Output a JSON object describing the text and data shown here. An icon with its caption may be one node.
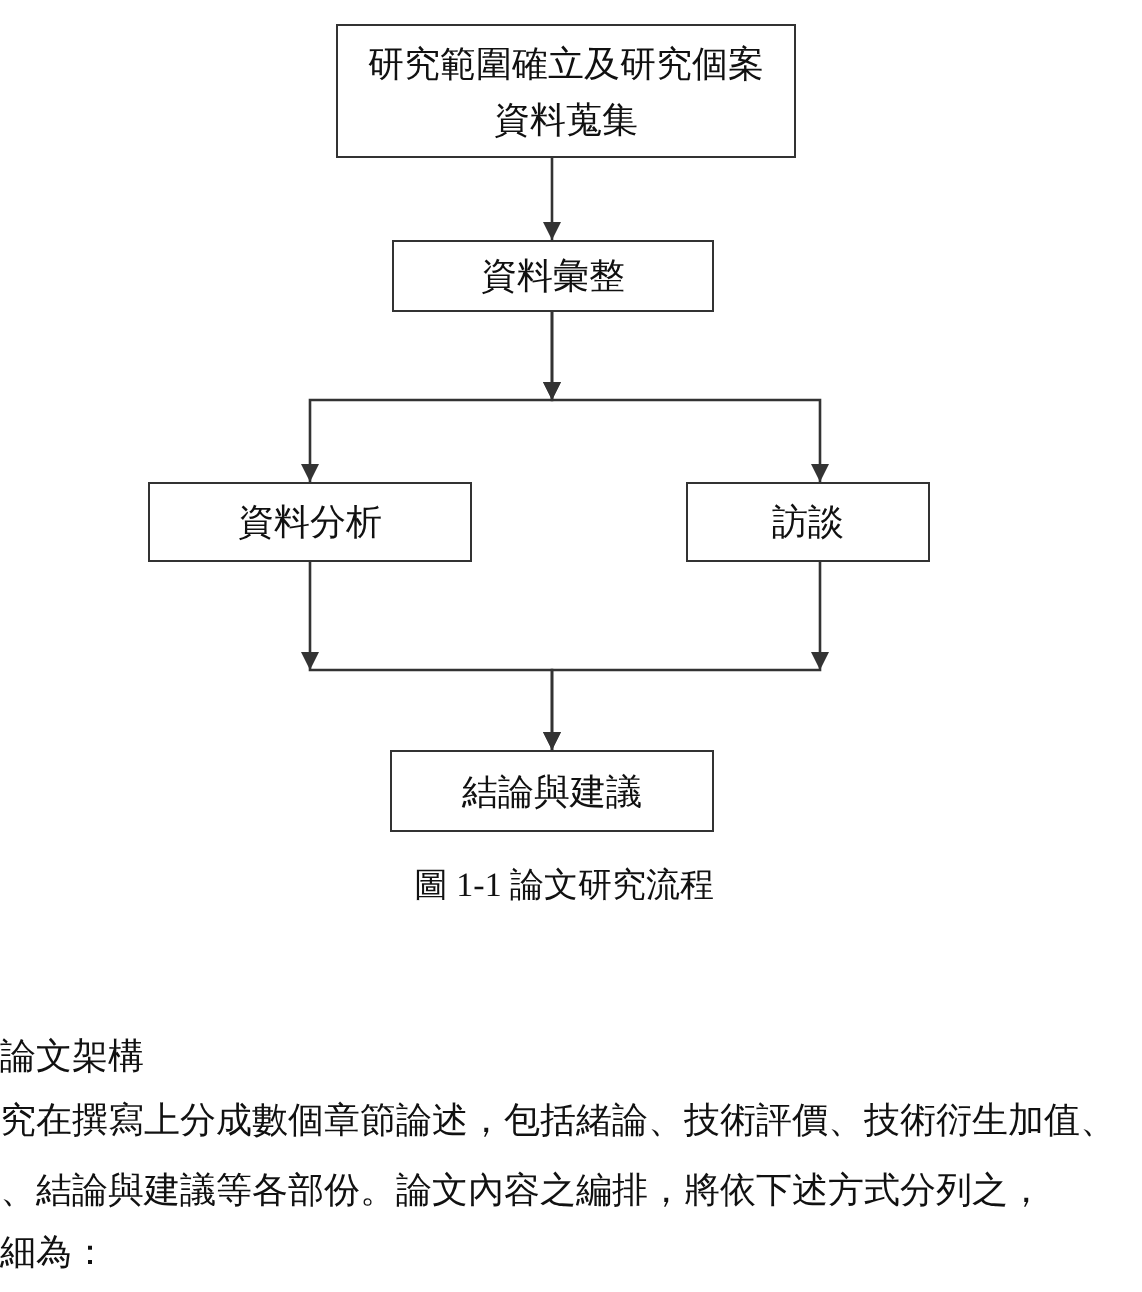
{
  "diagram": {
    "caption": "圖 1-1 論文研究流程",
    "nodes": [
      {
        "text": [
          "研究範圍確立及研究個案資料蒐集"
        ]
      },
      {
        "text": [
          "資料彙整"
        ]
      },
      {
        "text": [
          "資料分析"
        ]
      },
      {
        "text": [
          "訪談"
        ]
      },
      {
        "text": [
          "結論與建議"
        ]
      }
    ],
    "edges": [
      {
        "from": 0,
        "to": 1,
        "arrow": "to"
      },
      {
        "from": 1,
        "to": 2,
        "arrow": "to"
      },
      {
        "from": 1,
        "to": 3,
        "arrow": "to"
      },
      {
        "from": 2,
        "to": 4,
        "arrow": "to"
      },
      {
        "from": 3,
        "to": 4,
        "arrow": "to"
      }
    ],
    "labels": [
      "論文架構",
      "究在撰寫上分成數個章節論述，包括緒論、技術評價、技術衍生加值、",
      "、結論與建議等各部份。論文內容之編排，將依下述方式分列之，",
      "細為："
    ]
  }
}
